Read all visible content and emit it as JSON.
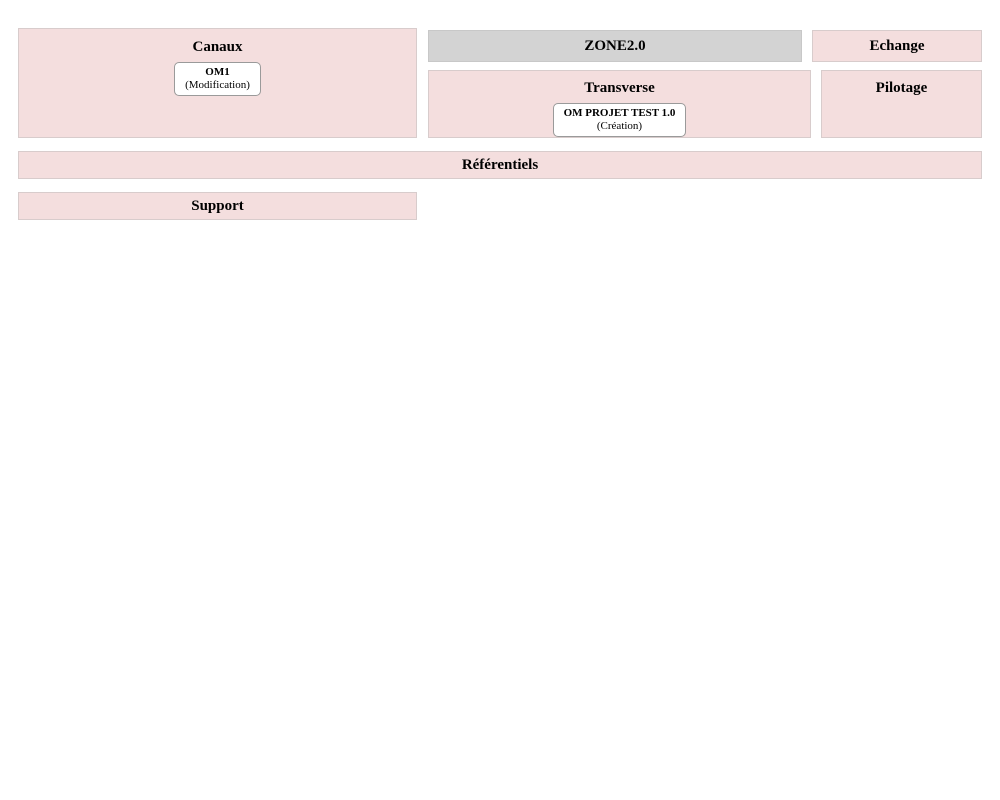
{
  "diagram": {
    "colors": {
      "panel_background": "#f4dede",
      "panel_border": "#d8cccc",
      "header_background": "#d3d3d3",
      "card_background": "#ffffff",
      "card_border": "#9a9a9a",
      "text": "#000000",
      "page_background": "#ffffff"
    },
    "zone_header": {
      "label": "ZONE2.0"
    },
    "panels": {
      "canaux": {
        "title": "Canaux",
        "items": [
          {
            "name": "OM1",
            "state": "(Modification)"
          }
        ]
      },
      "transverse": {
        "title": "Transverse",
        "items": [
          {
            "name": "OM PROJET TEST 1.0",
            "state": "(Création)"
          }
        ]
      },
      "echange": {
        "title": "Echange",
        "items": []
      },
      "pilotage": {
        "title": "Pilotage",
        "items": []
      },
      "referentiels": {
        "title": "Référentiels",
        "items": []
      },
      "support": {
        "title": "Support",
        "items": []
      }
    }
  }
}
